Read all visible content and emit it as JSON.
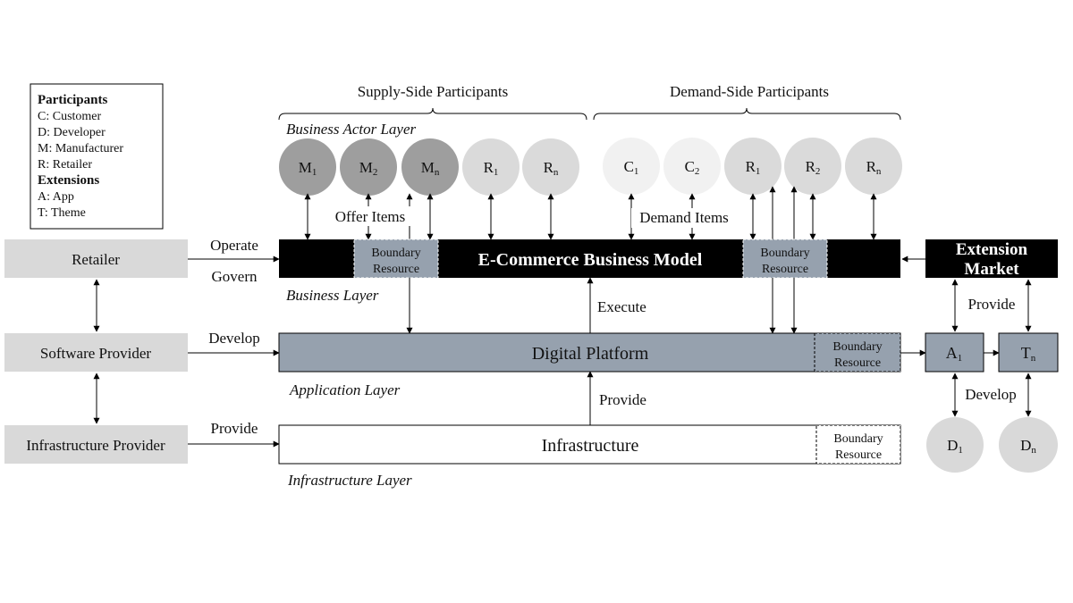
{
  "legend": {
    "participants_heading": "Participants",
    "participants": [
      "C: Customer",
      "D: Developer",
      "M: Manufacturer",
      "R: Retailer"
    ],
    "extensions_heading": "Extensions",
    "extensions": [
      "A: App",
      "T: Theme"
    ]
  },
  "headers": {
    "supply_side": "Supply-Side Participants",
    "demand_side": "Demand-Side Participants"
  },
  "layers": {
    "business_actor": "Business Actor Layer",
    "business": "Business Layer",
    "application": "Application Layer",
    "infrastructure": "Infrastructure Layer"
  },
  "actors": {
    "supply": [
      {
        "letter": "M",
        "sub": "1",
        "fill": "#9e9e9e"
      },
      {
        "letter": "M",
        "sub": "2",
        "fill": "#9e9e9e"
      },
      {
        "letter": "M",
        "sub": "n",
        "fill": "#9e9e9e"
      },
      {
        "letter": "R",
        "sub": "1",
        "fill": "#dadada"
      },
      {
        "letter": "R",
        "sub": "n",
        "fill": "#dadada"
      }
    ],
    "demand": [
      {
        "letter": "C",
        "sub": "1",
        "fill": "#f1f1f1"
      },
      {
        "letter": "C",
        "sub": "2",
        "fill": "#f1f1f1"
      },
      {
        "letter": "R",
        "sub": "1",
        "fill": "#dadada"
      },
      {
        "letter": "R",
        "sub": "2",
        "fill": "#dadada"
      },
      {
        "letter": "R",
        "sub": "n",
        "fill": "#dadada"
      }
    ]
  },
  "labels": {
    "offer_items": "Offer Items",
    "demand_items": "Demand Items",
    "operate": "Operate",
    "govern": "Govern",
    "develop": "Develop",
    "provide_left": "Provide",
    "execute": "Execute",
    "provide_center": "Provide",
    "provide_right": "Provide",
    "develop_right": "Develop"
  },
  "roles": {
    "retailer": "Retailer",
    "software_provider": "Software Provider",
    "infrastructure_provider": "Infrastructure Provider"
  },
  "boxes": {
    "business_model": "E-Commerce Business Model",
    "digital_platform": "Digital Platform",
    "infrastructure": "Infrastructure",
    "boundary_line1": "Boundary",
    "boundary_line2": "Resource",
    "extension_market_line1": "Extension",
    "extension_market_line2": "Market"
  },
  "extensions": {
    "app": {
      "letter": "A",
      "sub": "1"
    },
    "theme": {
      "letter": "T",
      "sub": "n"
    },
    "dev1": {
      "letter": "D",
      "sub": "1"
    },
    "devn": {
      "letter": "D",
      "sub": "n"
    }
  },
  "colors": {
    "role_gray": "#d9d9d9",
    "platform_blue_gray": "#96a1ae",
    "black": "#000000"
  }
}
